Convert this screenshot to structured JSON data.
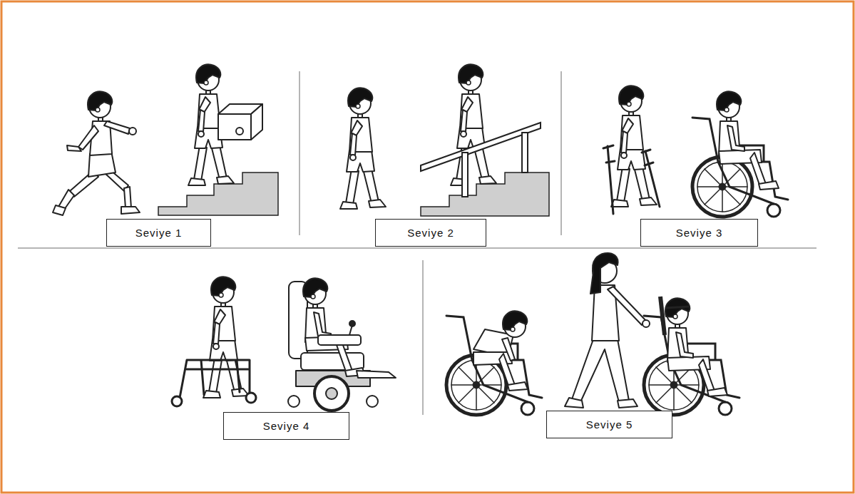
{
  "diagram": {
    "nodes": [
      {
        "text": [
          "Seviye 1"
        ]
      },
      {
        "text": [
          "Seviye 2"
        ]
      },
      {
        "text": [
          "Seviye 3"
        ]
      },
      {
        "text": [
          "Seviye 4"
        ]
      },
      {
        "text": [
          "Seviye 5"
        ]
      }
    ]
  }
}
